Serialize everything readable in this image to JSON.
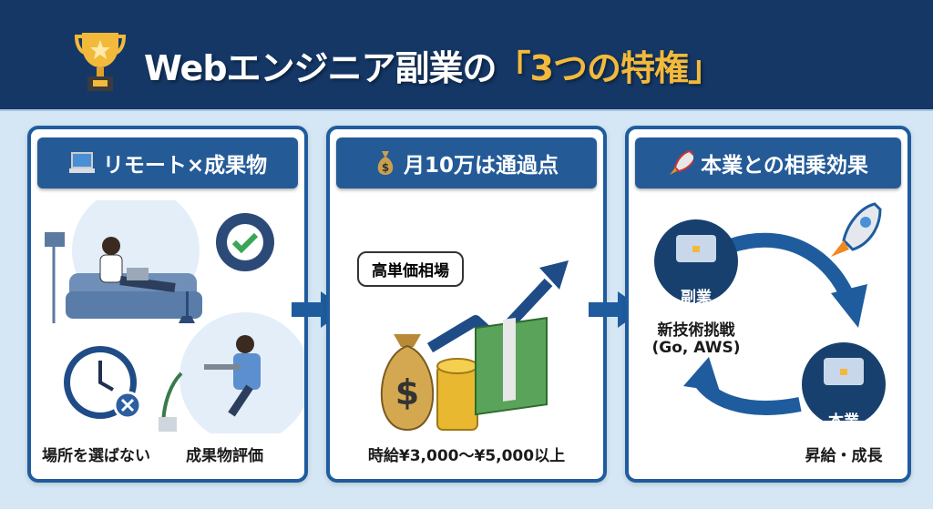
{
  "header": {
    "title_main": "Webエンジニア副業の",
    "title_highlight": "「3つの特権」"
  },
  "panels": [
    {
      "title": "リモート×成果物",
      "labels": [
        "場所を選ばない",
        "成果物評価"
      ]
    },
    {
      "title": "月10万は通過点",
      "bubble": "高単価相場",
      "label": "時給¥3,000〜¥5,000以上"
    },
    {
      "title": "本業との相乗効果",
      "side_job": "副業",
      "side_job_desc_1": "新技術挑戦",
      "side_job_desc_2": "(Go, AWS)",
      "main_job": "本業",
      "main_job_desc": "昇給・成長"
    }
  ],
  "colors": {
    "navy": "#143766",
    "accent": "#f2b93b",
    "panel_border": "#1f5c9e",
    "background": "#d5e7f5"
  }
}
